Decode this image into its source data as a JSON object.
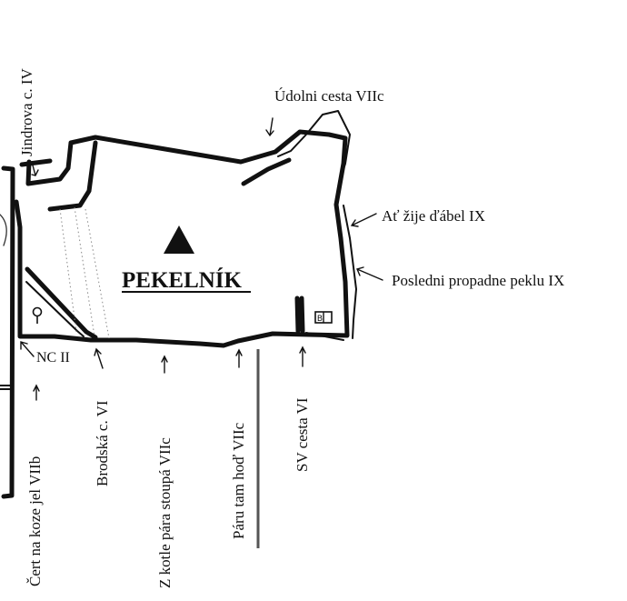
{
  "title": "PEKELNÍK",
  "routes": {
    "jindrova": "Jindrova c. IV",
    "udolni": "Údolni cesta VIIc",
    "at_zije": "Ať žije ďábel IX",
    "posledni": "Posledni propadne peklu IX",
    "nc": "NC II",
    "cert": "Čert na koze jel VIIb",
    "brodska": "Brodská c. VI",
    "z_kotle": "Z kotle pára stoupá VIIc",
    "paru": "Páru tam hoď VIIc",
    "sv": "SV cesta VI"
  },
  "markers": {
    "summit": "summit-triangle",
    "anchor": "rappel-ring",
    "book": "summit-book"
  }
}
